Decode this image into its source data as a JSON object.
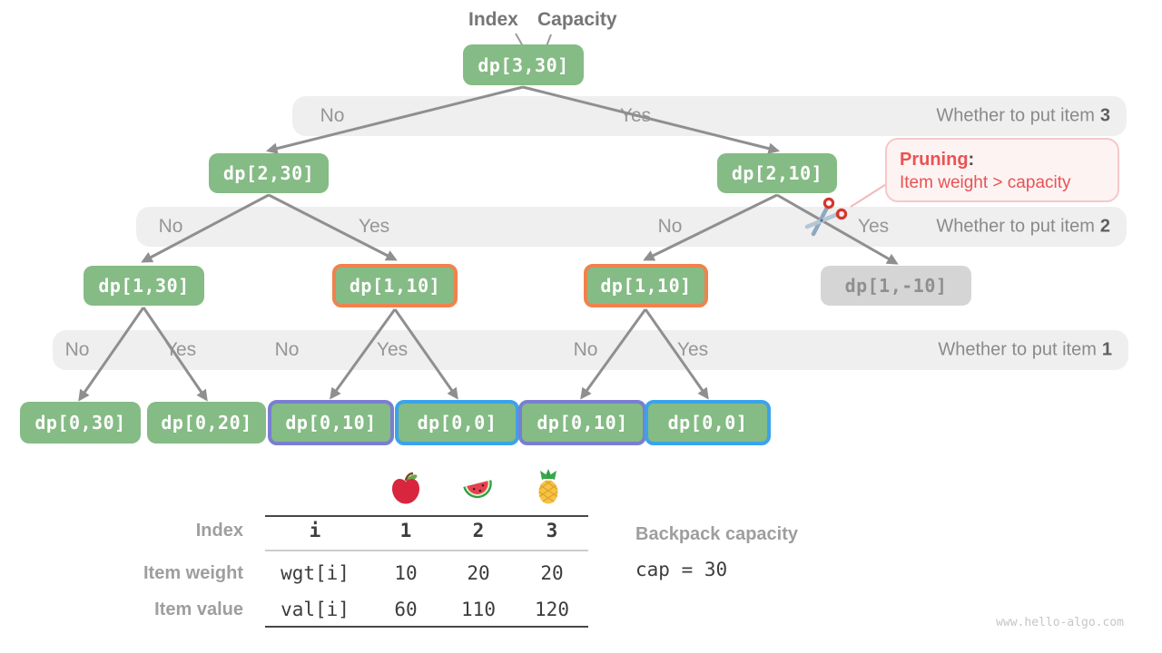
{
  "pointer_labels": {
    "index": "Index",
    "capacity": "Capacity"
  },
  "tree": {
    "root": {
      "label": "dp[3,30]"
    },
    "level2": [
      {
        "label": "dp[2,30]"
      },
      {
        "label": "dp[2,10]"
      }
    ],
    "level3": [
      {
        "label": "dp[1,30]"
      },
      {
        "label": "dp[1,10]"
      },
      {
        "label": "dp[1,10]"
      },
      {
        "label": "dp[1,-10]"
      }
    ],
    "level4": [
      {
        "label": "dp[0,30]"
      },
      {
        "label": "dp[0,20]"
      },
      {
        "label": "dp[0,10]"
      },
      {
        "label": "dp[0,0]"
      },
      {
        "label": "dp[0,10]"
      },
      {
        "label": "dp[0,0]"
      }
    ]
  },
  "bands": [
    {
      "question": "Whether to put item",
      "item": "3",
      "choices": [
        "No",
        "Yes"
      ]
    },
    {
      "question": "Whether to put item",
      "item": "2",
      "choices": [
        "No",
        "Yes",
        "No",
        "Yes"
      ]
    },
    {
      "question": "Whether to put item",
      "item": "1",
      "choices": [
        "No",
        "Yes",
        "No",
        "Yes",
        "No",
        "Yes"
      ]
    }
  ],
  "pruning": {
    "title": "Pruning",
    "colon": ":",
    "detail": "Item weight > capacity"
  },
  "item_table": {
    "fruits": [
      "apple",
      "watermelon",
      "pineapple"
    ],
    "row_labels": [
      "Index",
      "Item weight",
      "Item value"
    ],
    "header": [
      "i",
      "1",
      "2",
      "3"
    ],
    "weight_row": [
      "wgt[i]",
      "10",
      "20",
      "20"
    ],
    "value_row": [
      "val[i]",
      "60",
      "110",
      "120"
    ]
  },
  "capacity_info": {
    "label": "Backpack capacity",
    "value": "cap = 30"
  },
  "watermark": "www.hello-algo.com",
  "colors": {
    "node_green": "#85bb85",
    "node_gray": "#d5d5d5",
    "band_bg": "#efefef",
    "arrow_gray": "#8f8f8f",
    "orange_border": "#ef824d",
    "purple_border": "#7a7ed2",
    "blue_border": "#3ba3ea",
    "pruning_red": "#ea5252"
  }
}
